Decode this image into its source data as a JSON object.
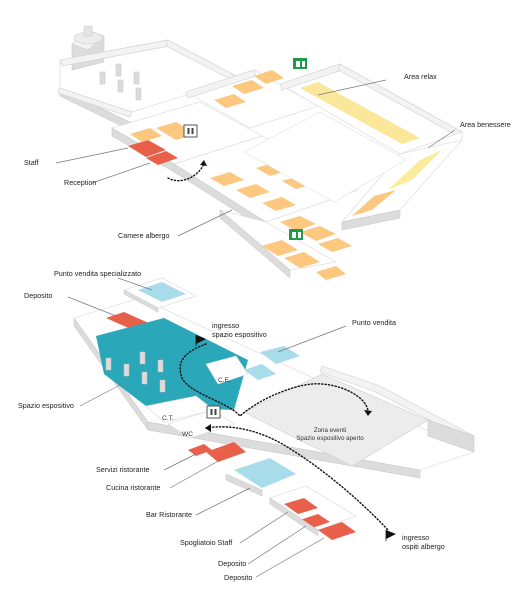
{
  "colors": {
    "staff": "#e8604a",
    "reception": "#e8604a",
    "camere": "#fcc77f",
    "relax": "#fbe79a",
    "benessere": "#fbeb9c",
    "spazio": "#2aa7b8",
    "punto_vendita": "#a9dcea",
    "deposito": "#e8604a",
    "bar": "#a9dcea",
    "cucina": "#e8604a",
    "exit_sign": "#1e9a4a",
    "wc_sign": "#444444"
  },
  "upper": {
    "labels": {
      "staff": "Staff",
      "reception": "Reception",
      "camere": "Camere albergo",
      "relax": "Area relax",
      "benessere": "Area benessere"
    }
  },
  "lower": {
    "labels": {
      "punto_vendita_spec": "Punto vendita specializzato",
      "deposito_top": "Deposito",
      "ingresso_espo_1": "ingresso",
      "ingresso_espo_2": "spazio espositivo",
      "punto_vendita": "Punto vendita",
      "spazio_espositivo": "Spazio espositivo",
      "ce": "C.E.",
      "ct": "C.T.",
      "wc": "WC",
      "zona_eventi_1": "Zona eventi",
      "zona_eventi_2": "Spazio espositivo aperto",
      "servizi_ristorante": "Servizi ristorante",
      "cucina_ristorante": "Cucina ristorante",
      "bar_ristorante": "Bar Ristorante",
      "spogliatoio": "Spogliatoio Staff",
      "deposito_1": "Deposito",
      "deposito_2": "Deposito",
      "ingresso_ospiti_1": "ingresso",
      "ingresso_ospiti_2": "ospiti albergo"
    }
  }
}
